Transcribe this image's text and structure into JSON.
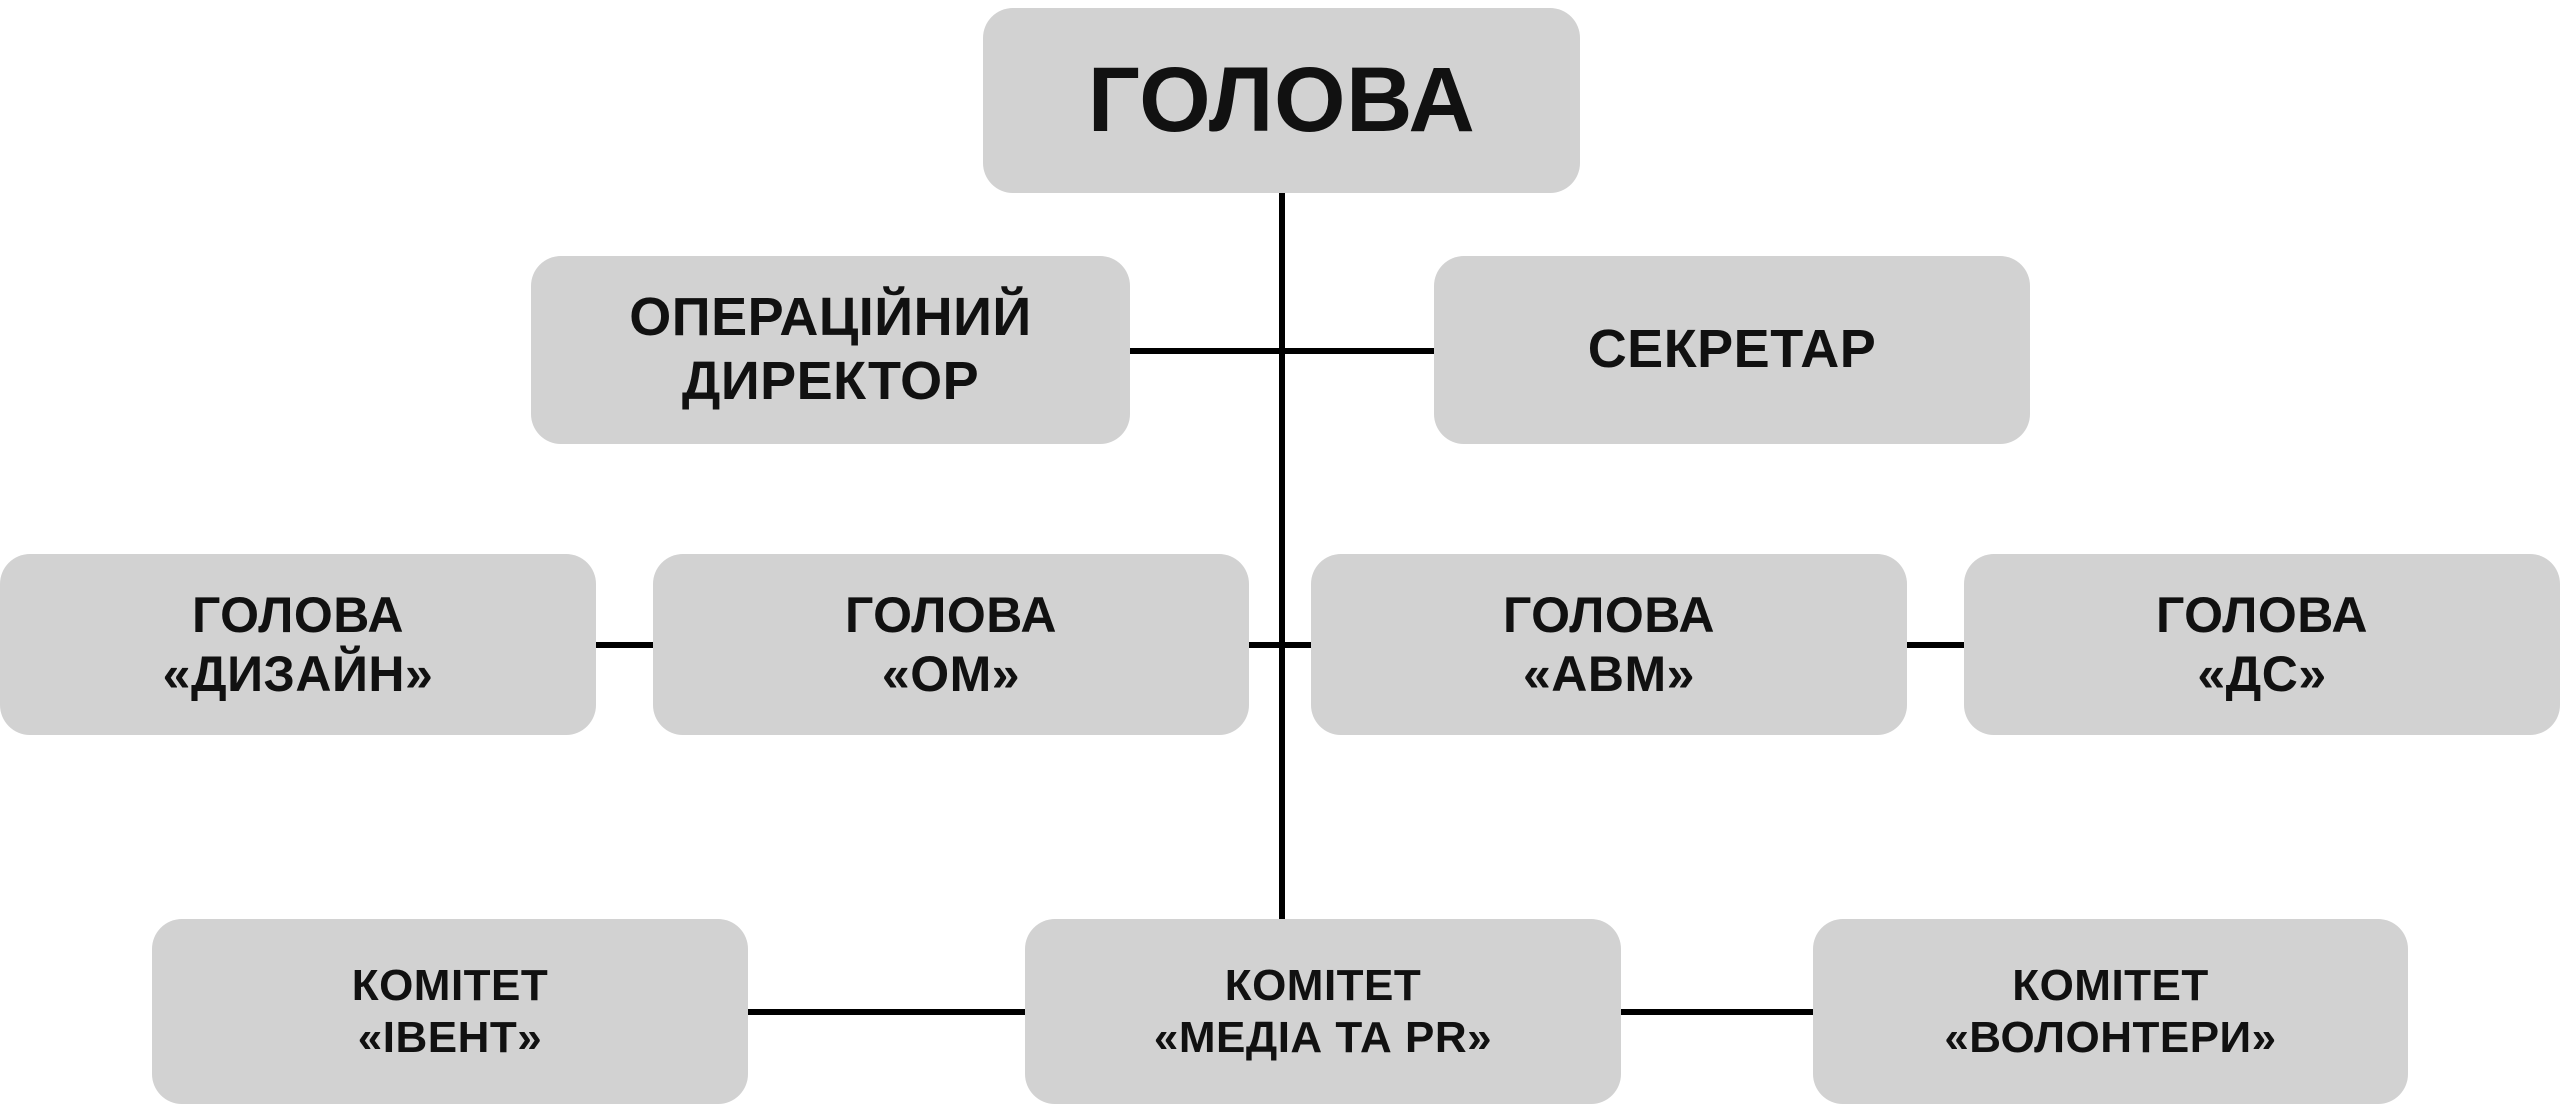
{
  "org_chart": {
    "colors": {
      "box_fill": "#d2d2d2",
      "text": "#111111",
      "connector": "#000000",
      "background": "#ffffff"
    },
    "nodes": {
      "head": {
        "label": "ГОЛОВА"
      },
      "ops_director": {
        "line1": "ОПЕРАЦІЙНИЙ",
        "line2": "ДИРЕКТОР"
      },
      "secretary": {
        "label": "СЕКРЕТАР"
      },
      "head_design": {
        "line1": "ГОЛОВА",
        "line2": "«ДИЗАЙН»"
      },
      "head_om": {
        "line1": "ГОЛОВА",
        "line2": "«ОМ»"
      },
      "head_avm": {
        "line1": "ГОЛОВА",
        "line2": "«АВМ»"
      },
      "head_ds": {
        "line1": "ГОЛОВА",
        "line2": "«ДС»"
      },
      "committee_event": {
        "line1": "КОМІТЕТ",
        "line2": "«ІВЕНТ»"
      },
      "committee_media": {
        "line1": "КОМІТЕТ",
        "line2": "«МЕДІА ТА PR»"
      },
      "committee_volunteers": {
        "line1": "КОМІТЕТ",
        "line2": "«ВОЛОНТЕРИ»"
      }
    }
  }
}
